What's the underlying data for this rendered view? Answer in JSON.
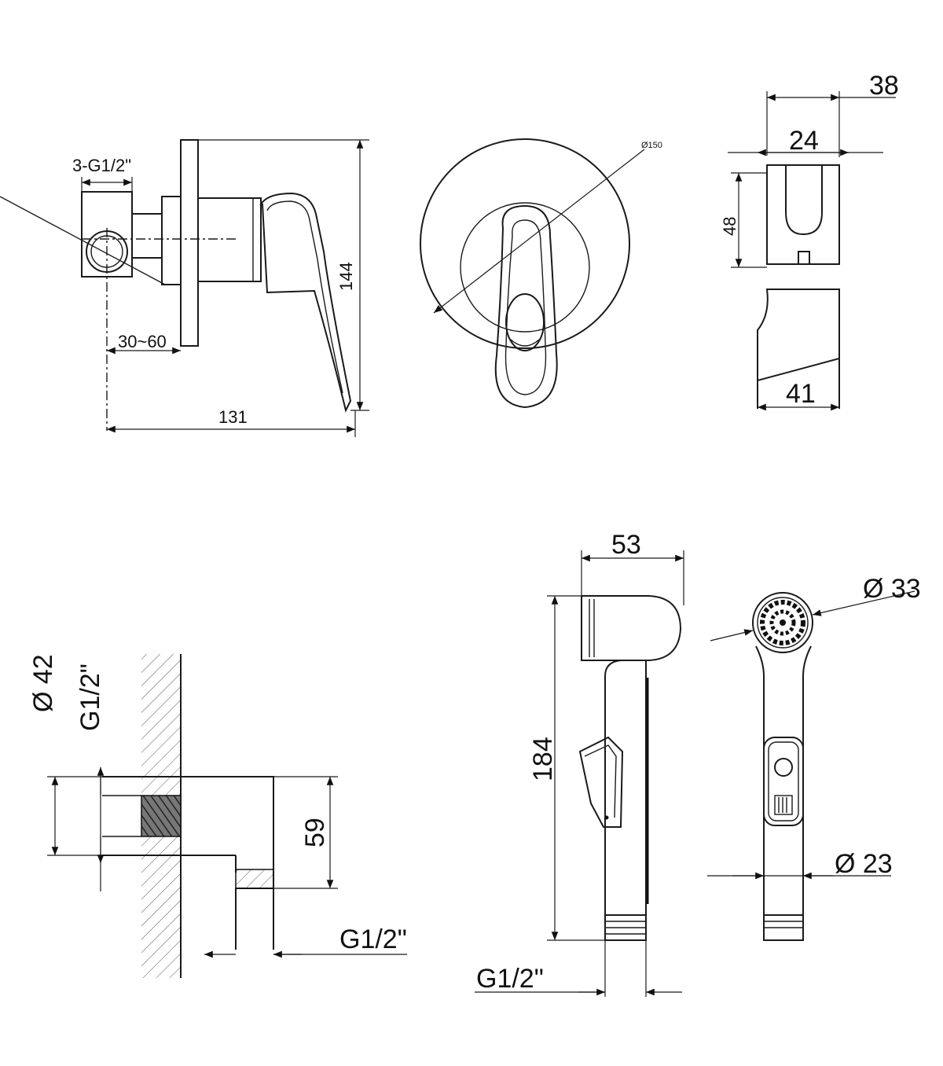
{
  "dimensions": {
    "valve_side": {
      "inlets": "3-G1/2\"",
      "depth_range": "30~60",
      "overall_depth": "131",
      "overall_height": "144"
    },
    "valve_front": {
      "plate_diameter": "Ø150"
    },
    "holder": {
      "outer_width": "38",
      "inner_width": "24",
      "height": "48",
      "base_width": "41"
    },
    "wall_outlet": {
      "diameter": "Ø 42",
      "thread_top": "G1/2\"",
      "height": "59",
      "thread_bottom": "G1/2\""
    },
    "sprayer_side": {
      "head_width": "53",
      "length": "184",
      "thread": "G1/2\""
    },
    "sprayer_front": {
      "head_diameter": "Ø 33",
      "handle_diameter": "Ø 23"
    }
  }
}
